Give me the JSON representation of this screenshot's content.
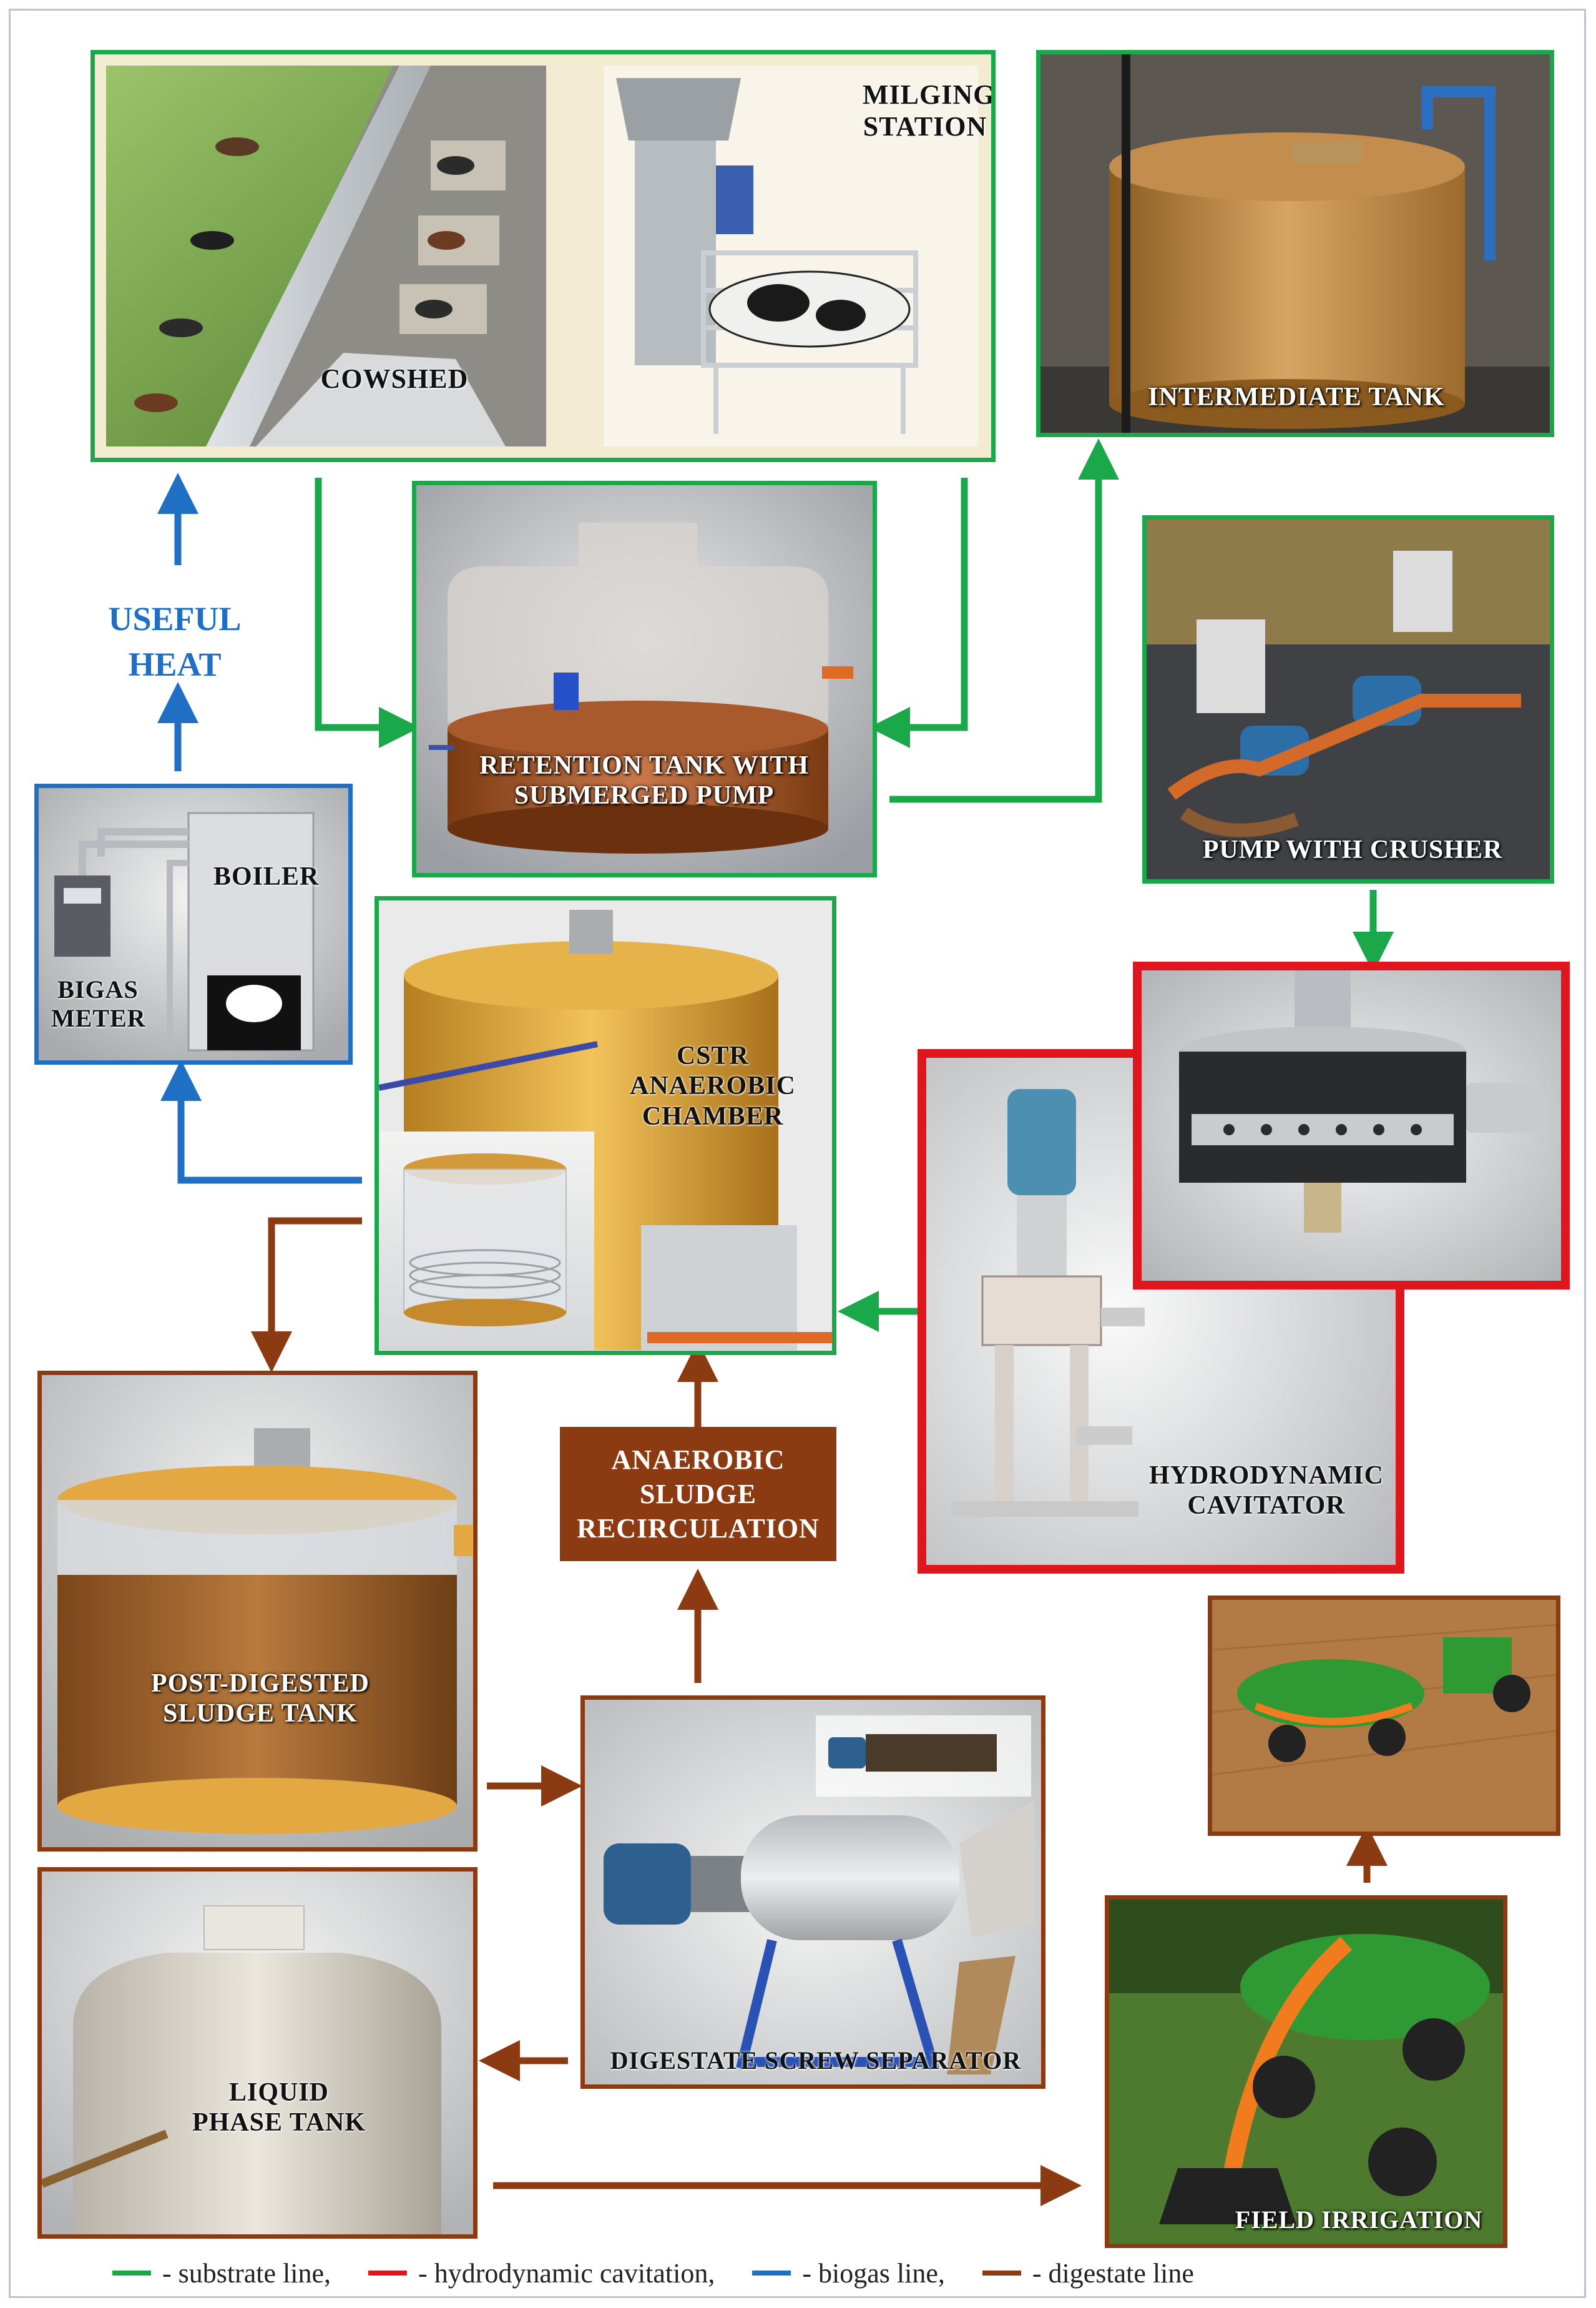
{
  "labels": {
    "cowshed": "COWSHED",
    "milking_station": "MILGING STATION",
    "intermediate_tank": "INTERMEDIATE TANK",
    "retention_tank": "RETENTION TANK WITH SUBMERGED PUMP",
    "pump_with_crusher": "PUMP WITH CRUSHER",
    "useful_heat": "USEFUL HEAT",
    "boiler": "BOILER",
    "bigas_meter": "BIGAS METER",
    "cstr_chamber": "CSTR ANAEROBIC CHAMBER",
    "hydrodynamic_cavitator": "HYDRODYNAMIC CAVITATOR",
    "anaerobic_sludge_recirculation": "ANAEROBIC SLUDGE RECIRCULATION",
    "post_digested_tank": "POST-DIGESTED SLUDGE TANK",
    "digestate_screw_separator": "DIGESTATE SCREW SEPARATOR",
    "liquid_phase_tank": "LIQUID PHASE TANK",
    "field_irrigation": "FIELD IRRIGATION"
  },
  "legend": [
    {
      "label": "- substrate line,",
      "color": "#1aa84a"
    },
    {
      "label": "- hydrodynamic cavitation,",
      "color": "#e0161e"
    },
    {
      "label": "- biogas line,",
      "color": "#1f6fc4"
    },
    {
      "label": "- digestate line",
      "color": "#8b3a12"
    }
  ],
  "colors": {
    "substrate": "#1aa84a",
    "cavitation": "#e0161e",
    "biogas": "#1f6fc4",
    "digestate": "#8b3a12"
  }
}
